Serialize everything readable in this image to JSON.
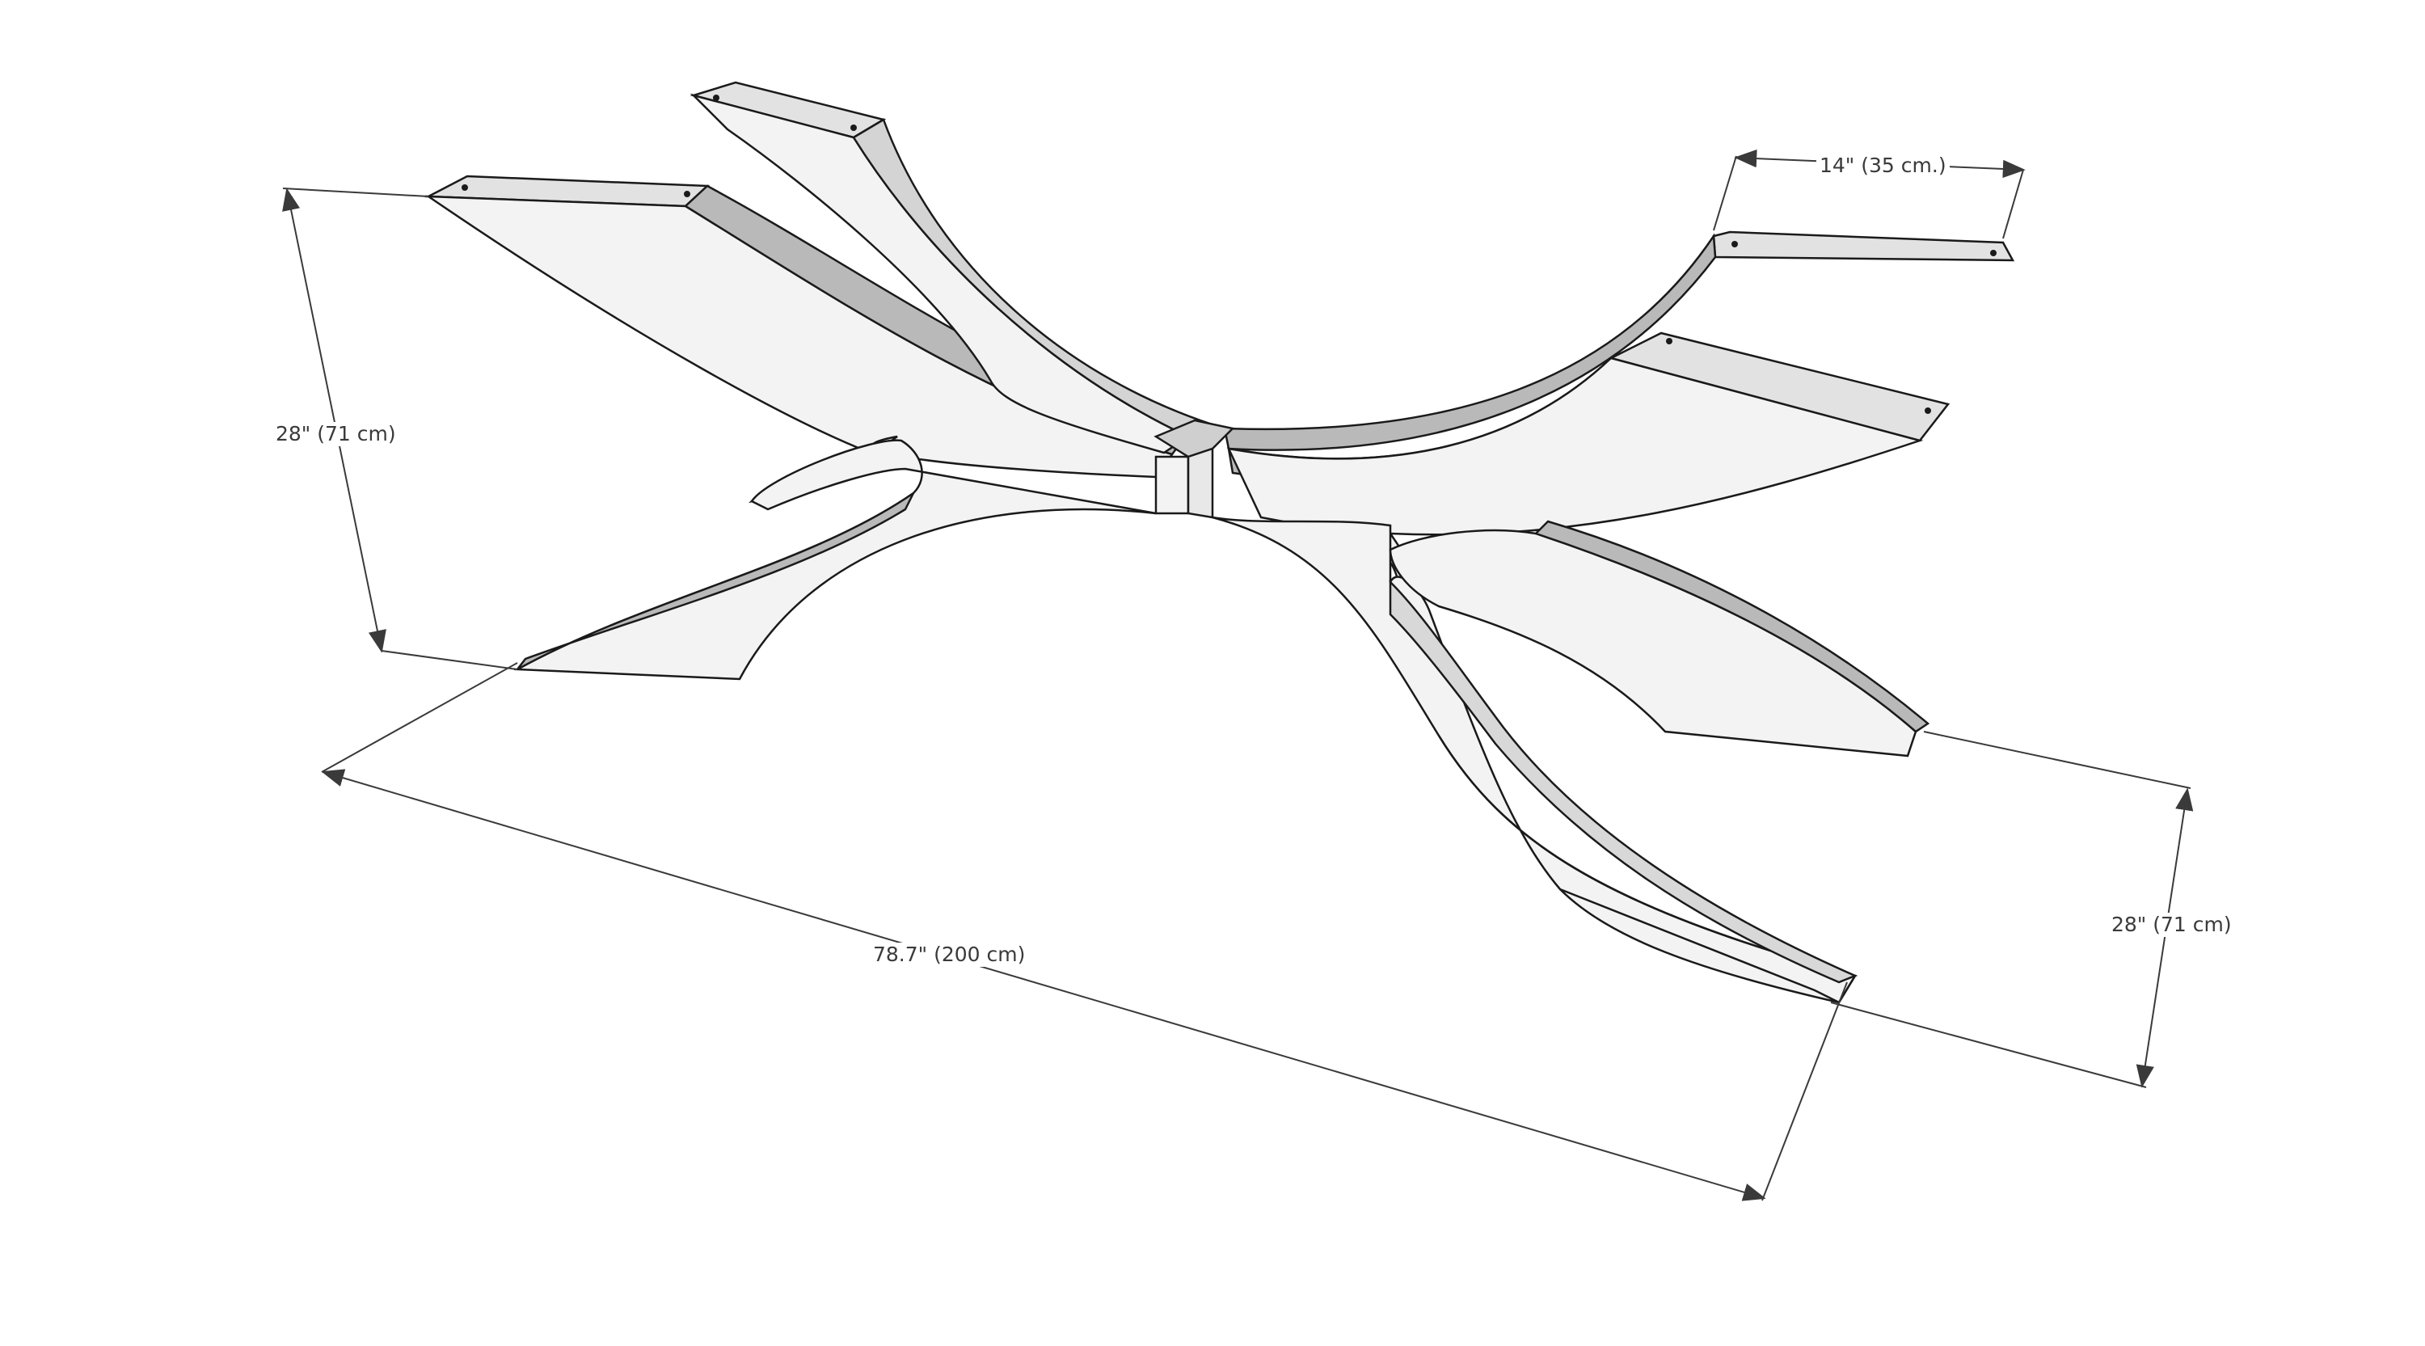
{
  "dimensions": {
    "height_left": "28\" (71 cm)",
    "width_top": "14\" (35 cm.)",
    "height_right": "28\" (71 cm)",
    "length": "78.7\" (200 cm)"
  },
  "colors": {
    "outline": "#1a1a1a",
    "face_light": "#f3f3f3",
    "face_mid": "#e2e2e2",
    "face_dark": "#b9b9b9",
    "dimension_line": "#3a3a3a",
    "background": "#ffffff"
  }
}
